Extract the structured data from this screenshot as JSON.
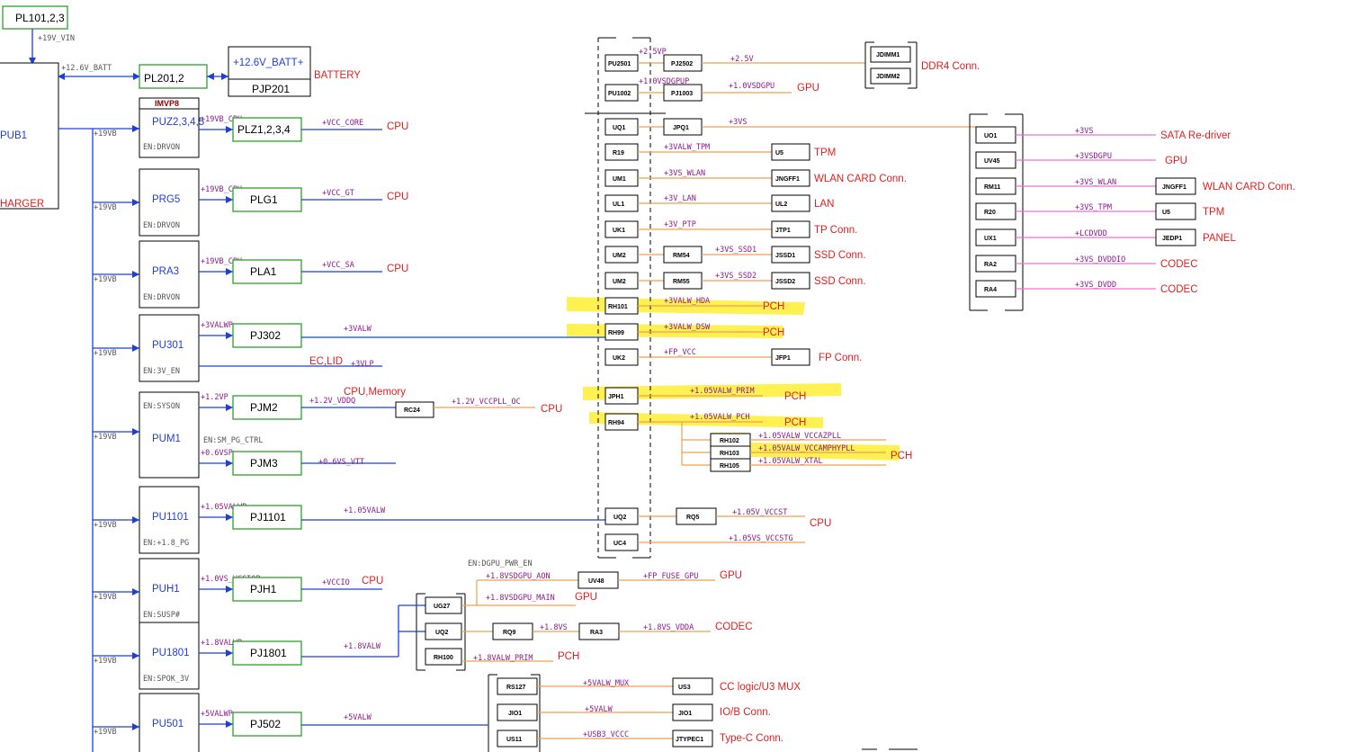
{
  "power_tree": {
    "top_source": "PL101,2,3",
    "vin_net": "+19V_VIN",
    "charger_ref": "PUB1",
    "charger_label": "HARGER",
    "batt_net": "+12.6V_BATT",
    "batt_filter": "PL201,2",
    "batt_connector_net": "+12.6V_BATT+",
    "batt_connector_ref": "PJP201",
    "batt_label": "BATTERY",
    "bus_net": "+19VB",
    "regulators": [
      {
        "chip": "PUZ2,3,4,5",
        "extra": "IMVP8",
        "en": "EN:DRVON",
        "in_net": "+19VB_CPU",
        "out": "PLZ1,2,3,4",
        "net": "+VCC_CORE",
        "dest": "CPU"
      },
      {
        "chip": "PRG5",
        "en": "EN:DRVON",
        "in_net": "+19VB_CPU",
        "out": "PLG1",
        "net": "+VCC_GT",
        "dest": "CPU"
      },
      {
        "chip": "PRA3",
        "en": "EN:DRVON",
        "in_net": "+19VB_CPU",
        "out": "PLA1",
        "net": "+VCC_SA",
        "dest": "CPU"
      },
      {
        "chip": "PU301",
        "en": "EN:3V_EN",
        "in_net": "+3VALWP",
        "out": "PJ302",
        "net": "+3VALW",
        "dest": "",
        "extra_net": "+3VLP",
        "extra_dest": "EC,LID"
      },
      {
        "chip": "PUM1",
        "en": "EN:SYSON",
        "in_net": "+1.2VP",
        "out": "PJM2",
        "net": "+1.2V_VDDQ",
        "dest": "CPU,Memory",
        "mid": "RC24",
        "mid_net": "+1.2V_VCCPLL_OC",
        "mid_dest": "CPU",
        "en2": "EN:SM_PG_CTRL",
        "in_net2": "+0.6VSP",
        "out2": "PJM3",
        "net2": "+0.6VS_VTT"
      },
      {
        "chip": "PU1101",
        "en": "EN:+1.8_PG",
        "in_net": "+1.05VALWP",
        "out": "PJ1101",
        "net": "+1.05VALW"
      },
      {
        "chip": "PUH1",
        "en": "EN:SUSP#",
        "in_net": "+1.0VS_VCCIOP",
        "out": "PJH1",
        "net": "+VCCIO",
        "dest": "CPU"
      },
      {
        "chip": "PU1801",
        "en": "EN:SPOK_3V",
        "in_net": "+1.8VALWP",
        "out": "PJ1801",
        "net": "+1.8VALW"
      },
      {
        "chip": "PU501",
        "en": "",
        "in_net": "+5VALWP",
        "out": "PJ502",
        "net": "+5VALW"
      }
    ]
  },
  "mid": {
    "pu2501": "PU2501",
    "pj2502": "PJ2502",
    "net_2_5vp": "+2.5VP",
    "net_2_5v": "+2.5V",
    "jdimm1": "JDIMM1",
    "jdimm2": "JDIMM2",
    "ddr4": "DDR4 Conn.",
    "pu1002": "PU1002",
    "pj1003": "PJ1003",
    "net_1_0vsdgpup": "+1.0VSDGPUP",
    "net_1_0vsdgpu": "+1.0VSDGPU",
    "gpu": "GPU",
    "rows": [
      {
        "sw": "UQ1",
        "mid": "JPQ1",
        "net": "+3VS"
      },
      {
        "sw": "R19",
        "net": "+3VALW_TPM",
        "to": "U5",
        "dest": "TPM"
      },
      {
        "sw": "UM1",
        "net": "+3VS_WLAN",
        "to": "JNGFF1",
        "dest": "WLAN CARD Conn."
      },
      {
        "sw": "UL1",
        "net": "+3V_LAN",
        "to": "UL2",
        "dest": "LAN"
      },
      {
        "sw": "UK1",
        "net": "+3V_PTP",
        "to": "JTP1",
        "dest": "TP Conn."
      },
      {
        "sw": "UM2",
        "mid": "RM54",
        "net": "+3VS_SSD1",
        "to": "JSSD1",
        "dest": "SSD Conn."
      },
      {
        "sw": "UM2",
        "mid": "RM55",
        "net": "+3VS_SSD2",
        "to": "JSSD2",
        "dest": "SSD Conn."
      },
      {
        "sw": "RH101",
        "net": "+3VALW_HDA",
        "dest": "PCH"
      },
      {
        "sw": "RH99",
        "net": "+3VALW_DSW",
        "dest": "PCH"
      },
      {
        "sw": "UK2",
        "net": "+FP_VCC",
        "to": "JFP1",
        "dest": "FP Conn."
      },
      {
        "sw": "JPH1",
        "net": "+1.05VALW_PRIM",
        "dest": "PCH"
      },
      {
        "sw": "RH94",
        "net": "+1.05VALW_PCH",
        "dest": "PCH"
      }
    ],
    "pch_sub": [
      {
        "ref": "RH102",
        "net": "+1.05VALW_VCCAZPLL"
      },
      {
        "ref": "RH103",
        "net": "+1.05VALW_VCCAMPHYPLL"
      },
      {
        "ref": "RH105",
        "net": "+1.05VALW_XTAL"
      }
    ],
    "pch_sub_dest": "PCH",
    "uq2": "UQ2",
    "rq5": "RQ5",
    "net_vccst": "+1.05V_VCCST",
    "uc4": "UC4",
    "net_vccstg": "+1.05VS_VCCSTG",
    "cpu": "CPU",
    "en_dgpu": "EN:DGPU_PWR_EN",
    "ug27": "UG27",
    "uq2b": "UQ2",
    "rh100": "RH100",
    "net_aon": "+1.8VSDGPU_AON",
    "uv48": "UV48",
    "net_fuse": "+FP_FUSE_GPU",
    "gpu2": "GPU",
    "net_main": "+1.8VSDGPU_MAIN",
    "gpu3": "GPU",
    "rq9": "RQ9",
    "net_18vs": "+1.8VS",
    "ra3": "RA3",
    "net_vdda": "+1.8VS_VDDA",
    "codec": "CODEC",
    "net_18prim": "+1.8VALW_PRIM",
    "pch": "PCH",
    "rs127": "RS127",
    "net_mux": "+5VALW_MUX",
    "us3": "US3",
    "mux_dest": "CC logic/U3 MUX",
    "jio1a": "JIO1",
    "net_5valw": "+5VALW",
    "jio1b": "JIO1",
    "io_dest": "IO/B Conn.",
    "us11": "US11",
    "net_usb3": "+USB3_VCCC",
    "jtypec1": "JTYPEC1",
    "typec_dest": "Type-C Conn."
  },
  "right": {
    "rows": [
      {
        "sw": "UO1",
        "net": "+3VS",
        "dest": "SATA Re-driver"
      },
      {
        "sw": "UV45",
        "net": "+3VSDGPU",
        "dest": "GPU"
      },
      {
        "sw": "RM11",
        "net": "+3VS_WLAN",
        "to": "JNGFF1",
        "dest": "WLAN CARD Conn."
      },
      {
        "sw": "R20",
        "net": "+3VS_TPM",
        "to": "U5",
        "dest": "TPM"
      },
      {
        "sw": "UX1",
        "net": "+LCDVDD",
        "to": "JEDP1",
        "dest": "PANEL"
      },
      {
        "sw": "RA2",
        "net": "+3VS_DVDDIO",
        "dest": "CODEC"
      },
      {
        "sw": "RA4",
        "net": "+3VS_DVDD",
        "dest": "CODEC"
      }
    ]
  },
  "colors": {
    "wire_blue": "#1f3fd6",
    "wire_orange": "#f0a050",
    "wire_pink": "#f070d0",
    "label_red": "#e02020",
    "highlight": "#ffee33"
  }
}
